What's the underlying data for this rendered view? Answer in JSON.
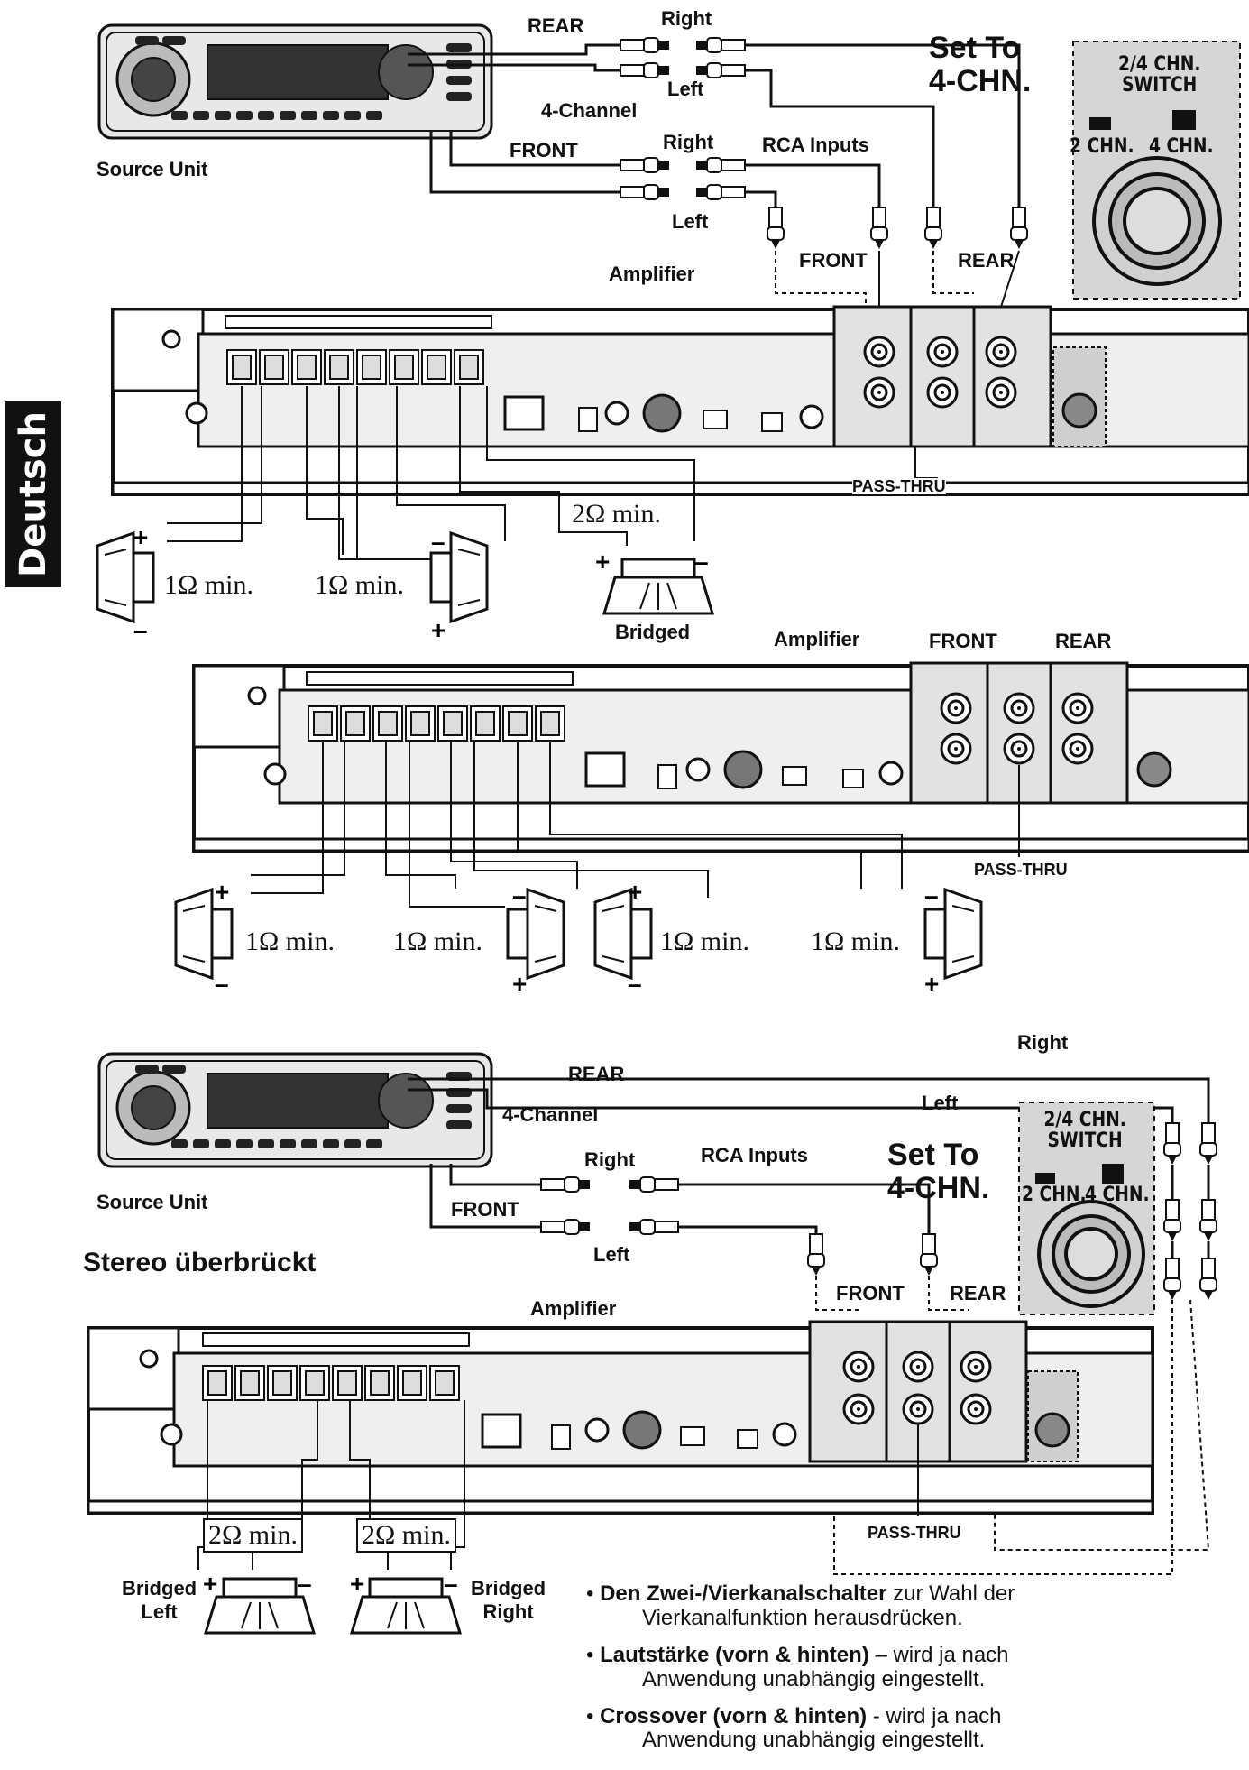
{
  "side_tab": "Deutsch",
  "diagram1": {
    "source_unit": "Source Unit",
    "rear": "REAR",
    "front": "FRONT",
    "right_top": "Right",
    "left_top": "Left",
    "right_mid": "Right",
    "left_mid": "Left",
    "four_channel": "4-Channel",
    "rca_inputs": "RCA Inputs",
    "set_to": "Set To\n4-CHN.",
    "switch_title": "2/4 CHN.\nSWITCH",
    "switch_2": "2 CHN.",
    "switch_4": "4 CHN.",
    "amplifier": "Amplifier",
    "in_front": "FRONT",
    "in_rear": "REAR",
    "pass_thru": "PASS-THRU",
    "ohm_left": "1Ω min.",
    "ohm_mid": "1Ω min.",
    "ohm_bridged": "2Ω min.",
    "bridged": "Bridged"
  },
  "diagram2": {
    "amplifier": "Amplifier",
    "front": "FRONT",
    "rear": "REAR",
    "pass_thru": "PASS-THRU",
    "ohm": [
      "1Ω min.",
      "1Ω min.",
      "1Ω min.",
      "1Ω min."
    ]
  },
  "diagram3": {
    "title": "Stereo überbrückt",
    "source_unit": "Source Unit",
    "rear": "REAR",
    "front": "FRONT",
    "right_top": "Right",
    "left_top": "Left",
    "right_mid": "Right",
    "left_mid": "Left",
    "four_channel": "4-Channel",
    "rca_inputs": "RCA Inputs",
    "set_to": "Set To\n4-CHN.",
    "switch_title": "2/4 CHN.\nSWITCH",
    "switch_2": "2 CHN.",
    "switch_4": "4 CHN.",
    "amplifier": "Amplifier",
    "in_front": "FRONT",
    "in_rear": "REAR",
    "pass_thru": "PASS-THRU",
    "ohm_left": "2Ω min.",
    "ohm_right": "2Ω min.",
    "bridged_left": "Bridged\nLeft",
    "bridged_right": "Bridged\nRight"
  },
  "bullets": [
    {
      "bold": "Den Zwei-/Vierkanalschalter",
      "rest": " zur Wahl der",
      "sub": "Vierkanalfunktion herausdrücken."
    },
    {
      "bold": "Lautstärke (vorn & hinten)",
      "rest": " – wird ja nach",
      "sub": "Anwendung unabhängig eingestellt."
    },
    {
      "bold": "Crossover (vorn & hinten)",
      "rest": " - wird ja nach",
      "sub": "Anwendung unabhängig eingestellt."
    }
  ]
}
